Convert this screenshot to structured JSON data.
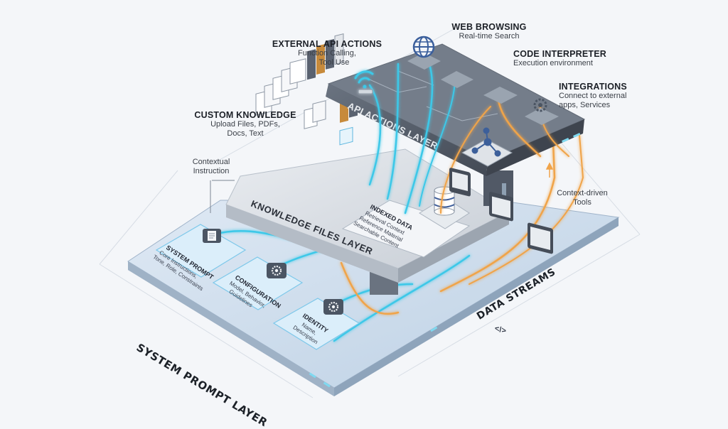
{
  "labels": {
    "web_browsing": {
      "title": "WEB BROWSING",
      "sub": "Real-time Search"
    },
    "external_api": {
      "title": "EXTERNAL API ACTIONS",
      "sub1": "Function Calling,",
      "sub2": "Tool Use"
    },
    "code_interpreter": {
      "title": "CODE INTERPRETER",
      "sub": "Execution environment"
    },
    "integrations": {
      "title": "INTEGRATIONS",
      "sub1": "Connect to external",
      "sub2": "apps, Services"
    },
    "custom_knowledge": {
      "title": "CUSTOM KNOWLEDGE",
      "sub1": "Upload Files, PDFs,",
      "sub2": "Docs, Text"
    },
    "contextual": {
      "line1": "Contextual",
      "line2": "Instruction"
    },
    "context_driven": {
      "line1": "Context-driven",
      "line2": "Tools"
    }
  },
  "layers": {
    "api": "API ACTIONS LAYER",
    "knowledge": "KNOWLEDGE FILES LAYER",
    "system": "SYSTEM PROMPT LAYER",
    "streams": "DATA STREAMS"
  },
  "indexed": {
    "title": "INDEXED DATA",
    "l1": "Retrieval Context",
    "l2": "Reference Material",
    "l3": "Searchable Content"
  },
  "cards": {
    "system_prompt": {
      "title": "SYSTEM PROMPT",
      "l1": "Core Instructions,",
      "l2": "Tone, Role, Constraints"
    },
    "configuration": {
      "title": "CONFIGURATION",
      "l1": "Model, Behavior,",
      "l2": "Guidelines"
    },
    "identity": {
      "title": "IDENTITY",
      "l1": "Name,",
      "l2": "Description"
    }
  },
  "icons": [
    "globe-icon",
    "browser-icon",
    "code-icon",
    "gear-icon",
    "wifi-icon",
    "network-icon",
    "database-icon",
    "document-icon"
  ],
  "colors": {
    "cyan": "#3cc8e8",
    "orange": "#f0a44a",
    "platform": "#cfdcea",
    "slab": "#4d5561"
  }
}
